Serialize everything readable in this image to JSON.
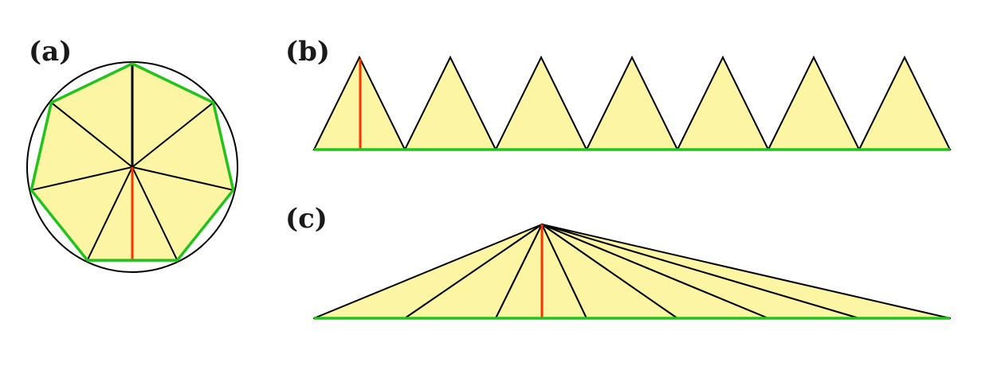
{
  "labels": {
    "a": "(a)",
    "b": "(b)",
    "c": "(c)"
  },
  "colors": {
    "fill": "#fcf5a4",
    "edge": "#000000",
    "perimeter": "#22c31c",
    "height": "#ff3300",
    "circle": "#000000"
  },
  "heptagon": {
    "sides": 7,
    "triangles": 7
  },
  "strip": {
    "triangles": 7
  },
  "fan": {
    "triangles": 7
  }
}
